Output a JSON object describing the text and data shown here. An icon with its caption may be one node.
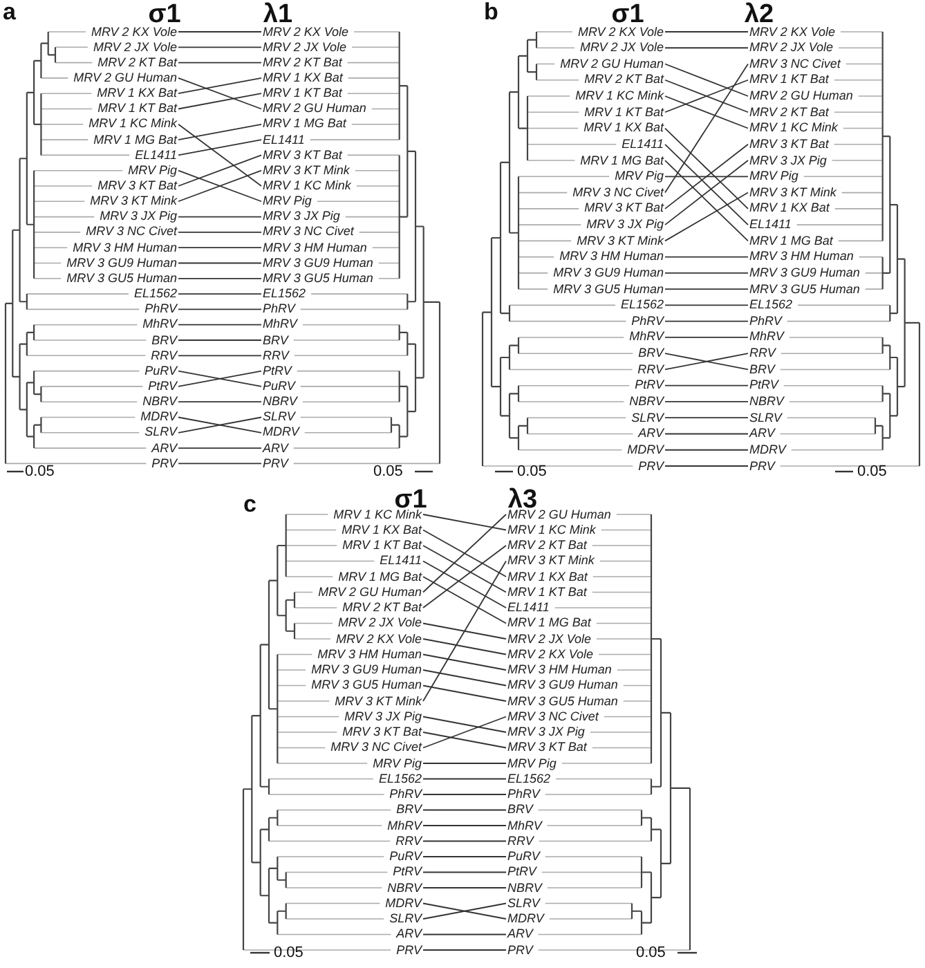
{
  "diagram": {
    "nodes": [
      {
        "text": [
          "MRV 2 KX Vole"
        ]
      },
      {
        "text": [
          "MRV 2 JX Vole"
        ]
      },
      {
        "text": [
          "MRV 2 KT Bat"
        ]
      },
      {
        "text": [
          "MRV 2 GU Human"
        ]
      },
      {
        "text": [
          "MRV 1 KX Bat"
        ]
      },
      {
        "text": [
          "MRV 1 KT Bat"
        ]
      },
      {
        "text": [
          "MRV 1 KC Mink"
        ]
      },
      {
        "text": [
          "MRV 1 MG Bat"
        ]
      },
      {
        "text": [
          "EL1411"
        ]
      },
      {
        "text": [
          "MRV Pig"
        ]
      },
      {
        "text": [
          "MRV 3 KT Bat"
        ]
      },
      {
        "text": [
          "MRV 3 KT Mink"
        ]
      },
      {
        "text": [
          "MRV 3 JX Pig"
        ]
      },
      {
        "text": [
          "MRV 3 NC Civet"
        ]
      },
      {
        "text": [
          "MRV 3 HM Human"
        ]
      },
      {
        "text": [
          "MRV 3 GU9 Human"
        ]
      },
      {
        "text": [
          "MRV 3 GU5 Human"
        ]
      },
      {
        "text": [
          "EL1562"
        ]
      },
      {
        "text": [
          "PhRV"
        ]
      },
      {
        "text": [
          "MhRV"
        ]
      },
      {
        "text": [
          "BRV"
        ]
      },
      {
        "text": [
          "RRV"
        ]
      },
      {
        "text": [
          "PuRV"
        ]
      },
      {
        "text": [
          "PtRV"
        ]
      },
      {
        "text": [
          "NBRV"
        ]
      },
      {
        "text": [
          "MDRV"
        ]
      },
      {
        "text": [
          "SLRV"
        ]
      },
      {
        "text": [
          "ARV"
        ]
      },
      {
        "text": [
          "PRV"
        ]
      },
      {
        "text": [
          "MRV 2 KX Vole"
        ]
      },
      {
        "text": [
          "MRV 2 JX Vole"
        ]
      },
      {
        "text": [
          "MRV 2 KT Bat"
        ]
      },
      {
        "text": [
          "MRV 1 KX Bat"
        ]
      },
      {
        "text": [
          "MRV 1 KT Bat"
        ]
      },
      {
        "text": [
          "MRV 2 GU Human"
        ]
      },
      {
        "text": [
          "MRV 1 MG Bat"
        ]
      },
      {
        "text": [
          "EL1411"
        ]
      },
      {
        "text": [
          "MRV 3 KT Bat"
        ]
      },
      {
        "text": [
          "MRV 3 KT Mink"
        ]
      },
      {
        "text": [
          "MRV 1 KC Mink"
        ]
      },
      {
        "text": [
          "MRV Pig"
        ]
      },
      {
        "text": [
          "MRV 3 JX Pig"
        ]
      },
      {
        "text": [
          "MRV 3 NC Civet"
        ]
      },
      {
        "text": [
          "MRV 3 HM Human"
        ]
      },
      {
        "text": [
          "MRV 3 GU9 Human"
        ]
      },
      {
        "text": [
          "MRV 3 GU5 Human"
        ]
      },
      {
        "text": [
          "EL1562"
        ]
      },
      {
        "text": [
          "PhRV"
        ]
      },
      {
        "text": [
          "MhRV"
        ]
      },
      {
        "text": [
          "BRV"
        ]
      },
      {
        "text": [
          "RRV"
        ]
      },
      {
        "text": [
          "PtRV"
        ]
      },
      {
        "text": [
          "PuRV"
        ]
      },
      {
        "text": [
          "NBRV"
        ]
      },
      {
        "text": [
          "SLRV"
        ]
      },
      {
        "text": [
          "MDRV"
        ]
      },
      {
        "text": [
          "ARV"
        ]
      },
      {
        "text": [
          "PRV"
        ]
      },
      {
        "text": [
          "MRV 2 KX Vole"
        ]
      },
      {
        "text": [
          "MRV 2 JX Vole"
        ]
      },
      {
        "text": [
          "MRV 2 GU Human"
        ]
      },
      {
        "text": [
          "MRV 2 KT Bat"
        ]
      },
      {
        "text": [
          "MRV 1 KC Mink"
        ]
      },
      {
        "text": [
          "MRV 1 KT Bat"
        ]
      },
      {
        "text": [
          "MRV 1 KX Bat"
        ]
      },
      {
        "text": [
          "EL1411"
        ]
      },
      {
        "text": [
          "MRV 1 MG Bat"
        ]
      },
      {
        "text": [
          "MRV Pig"
        ]
      },
      {
        "text": [
          "MRV 3 NC Civet"
        ]
      },
      {
        "text": [
          "MRV 3 KT Bat"
        ]
      },
      {
        "text": [
          "MRV 3 JX Pig"
        ]
      },
      {
        "text": [
          "MRV 3 KT Mink"
        ]
      },
      {
        "text": [
          "MRV 3 HM Human"
        ]
      },
      {
        "text": [
          "MRV 3 GU9 Human"
        ]
      },
      {
        "text": [
          "MRV 3 GU5 Human"
        ]
      },
      {
        "text": [
          "EL1562"
        ]
      },
      {
        "text": [
          "PhRV"
        ]
      },
      {
        "text": [
          "MhRV"
        ]
      },
      {
        "text": [
          "BRV"
        ]
      },
      {
        "text": [
          "RRV"
        ]
      },
      {
        "text": [
          "PtRV"
        ]
      },
      {
        "text": [
          "NBRV"
        ]
      },
      {
        "text": [
          "SLRV"
        ]
      },
      {
        "text": [
          "ARV"
        ]
      },
      {
        "text": [
          "MDRV"
        ]
      },
      {
        "text": [
          "PRV"
        ]
      },
      {
        "text": [
          "MRV 2 KX Vole"
        ]
      },
      {
        "text": [
          "MRV 2 JX Vole"
        ]
      },
      {
        "text": [
          "MRV 3 NC Civet"
        ]
      },
      {
        "text": [
          "MRV 1 KT Bat"
        ]
      },
      {
        "text": [
          "MRV 2 GU Human"
        ]
      },
      {
        "text": [
          "MRV 2 KT Bat"
        ]
      },
      {
        "text": [
          "MRV 1 KC Mink"
        ]
      },
      {
        "text": [
          "MRV 3 KT Bat"
        ]
      },
      {
        "text": [
          "MRV 3 JX Pig"
        ]
      },
      {
        "text": [
          "MRV Pig"
        ]
      },
      {
        "text": [
          "MRV 3 KT Mink"
        ]
      },
      {
        "text": [
          "MRV 1 KX Bat"
        ]
      },
      {
        "text": [
          "EL1411"
        ]
      },
      {
        "text": [
          "MRV 1 MG Bat"
        ]
      },
      {
        "text": [
          "MRV 3 HM Human"
        ]
      },
      {
        "text": [
          "MRV 3 GU9 Human"
        ]
      },
      {
        "text": [
          "MRV 3 GU5 Human"
        ]
      },
      {
        "text": [
          "EL1562"
        ]
      },
      {
        "text": [
          "PhRV"
        ]
      },
      {
        "text": [
          "MhRV"
        ]
      },
      {
        "text": [
          "RRV"
        ]
      },
      {
        "text": [
          "BRV"
        ]
      },
      {
        "text": [
          "PtRV"
        ]
      },
      {
        "text": [
          "NBRV"
        ]
      },
      {
        "text": [
          "SLRV"
        ]
      },
      {
        "text": [
          "ARV"
        ]
      },
      {
        "text": [
          "MDRV"
        ]
      },
      {
        "text": [
          "PRV"
        ]
      },
      {
        "text": [
          "MRV 1 KC Mink"
        ]
      },
      {
        "text": [
          "MRV 1 KX Bat"
        ]
      },
      {
        "text": [
          "MRV 1 KT Bat"
        ]
      },
      {
        "text": [
          "EL1411"
        ]
      },
      {
        "text": [
          "MRV 1 MG Bat"
        ]
      },
      {
        "text": [
          "MRV 2 GU Human"
        ]
      },
      {
        "text": [
          "MRV 2 KT Bat"
        ]
      },
      {
        "text": [
          "MRV 2 JX Vole"
        ]
      },
      {
        "text": [
          "MRV 2 KX Vole"
        ]
      },
      {
        "text": [
          "MRV 3 HM Human"
        ]
      },
      {
        "text": [
          "MRV 3 GU9 Human"
        ]
      },
      {
        "text": [
          "MRV 3 GU5 Human"
        ]
      },
      {
        "text": [
          "MRV 3 KT Mink"
        ]
      },
      {
        "text": [
          "MRV 3 JX Pig"
        ]
      },
      {
        "text": [
          "MRV 3 KT Bat"
        ]
      },
      {
        "text": [
          "MRV 3 NC Civet"
        ]
      },
      {
        "text": [
          "MRV Pig"
        ]
      },
      {
        "text": [
          "EL1562"
        ]
      },
      {
        "text": [
          "PhRV"
        ]
      },
      {
        "text": [
          "BRV"
        ]
      },
      {
        "text": [
          "MhRV"
        ]
      },
      {
        "text": [
          "RRV"
        ]
      },
      {
        "text": [
          "PuRV"
        ]
      },
      {
        "text": [
          "PtRV"
        ]
      },
      {
        "text": [
          "NBRV"
        ]
      },
      {
        "text": [
          "MDRV"
        ]
      },
      {
        "text": [
          "SLRV"
        ]
      },
      {
        "text": [
          "ARV"
        ]
      },
      {
        "text": [
          "PRV"
        ]
      },
      {
        "text": [
          "MRV 2 GU Human"
        ]
      },
      {
        "text": [
          "MRV 1 KC Mink"
        ]
      },
      {
        "text": [
          "MRV 2 KT Bat"
        ]
      },
      {
        "text": [
          "MRV 3 KT Mink"
        ]
      },
      {
        "text": [
          "MRV 1 KX Bat"
        ]
      },
      {
        "text": [
          "MRV 1 KT Bat"
        ]
      },
      {
        "text": [
          "EL1411"
        ]
      },
      {
        "text": [
          "MRV 1 MG Bat"
        ]
      },
      {
        "text": [
          "MRV 2 JX Vole"
        ]
      },
      {
        "text": [
          "MRV 2 KX Vole"
        ]
      },
      {
        "text": [
          "MRV 3 HM Human"
        ]
      },
      {
        "text": [
          "MRV 3 GU9 Human"
        ]
      },
      {
        "text": [
          "MRV 3 GU5 Human"
        ]
      },
      {
        "text": [
          "MRV 3 NC Civet"
        ]
      },
      {
        "text": [
          "MRV 3 JX Pig"
        ]
      },
      {
        "text": [
          "MRV 3 KT Bat"
        ]
      },
      {
        "text": [
          "MRV Pig"
        ]
      },
      {
        "text": [
          "EL1562"
        ]
      },
      {
        "text": [
          "PhRV"
        ]
      },
      {
        "text": [
          "BRV"
        ]
      },
      {
        "text": [
          "MhRV"
        ]
      },
      {
        "text": [
          "RRV"
        ]
      },
      {
        "text": [
          "PuRV"
        ]
      },
      {
        "text": [
          "PtRV"
        ]
      },
      {
        "text": [
          "NBRV"
        ]
      },
      {
        "text": [
          "SLRV"
        ]
      },
      {
        "text": [
          "MDRV"
        ]
      },
      {
        "text": [
          "ARV"
        ]
      },
      {
        "text": [
          "PRV"
        ]
      }
    ],
    "edges": [
      {
        "from": 0,
        "to": 29,
        "arrow": "none"
      },
      {
        "from": 1,
        "to": 30,
        "arrow": "none"
      },
      {
        "from": 2,
        "to": 31,
        "arrow": "none"
      },
      {
        "from": 3,
        "to": 34,
        "arrow": "none"
      },
      {
        "from": 4,
        "to": 32,
        "arrow": "none"
      },
      {
        "from": 5,
        "to": 33,
        "arrow": "none"
      },
      {
        "from": 6,
        "to": 39,
        "arrow": "none"
      },
      {
        "from": 7,
        "to": 35,
        "arrow": "none"
      },
      {
        "from": 8,
        "to": 36,
        "arrow": "none"
      },
      {
        "from": 9,
        "to": 40,
        "arrow": "none"
      },
      {
        "from": 10,
        "to": 37,
        "arrow": "none"
      },
      {
        "from": 11,
        "to": 38,
        "arrow": "none"
      },
      {
        "from": 12,
        "to": 41,
        "arrow": "none"
      },
      {
        "from": 13,
        "to": 42,
        "arrow": "none"
      },
      {
        "from": 14,
        "to": 43,
        "arrow": "none"
      },
      {
        "from": 15,
        "to": 44,
        "arrow": "none"
      },
      {
        "from": 16,
        "to": 45,
        "arrow": "none"
      },
      {
        "from": 17,
        "to": 46,
        "arrow": "none"
      },
      {
        "from": 18,
        "to": 47,
        "arrow": "none"
      },
      {
        "from": 19,
        "to": 48,
        "arrow": "none"
      },
      {
        "from": 20,
        "to": 49,
        "arrow": "none"
      },
      {
        "from": 21,
        "to": 50,
        "arrow": "none"
      },
      {
        "from": 22,
        "to": 52,
        "arrow": "none"
      },
      {
        "from": 23,
        "to": 51,
        "arrow": "none"
      },
      {
        "from": 24,
        "to": 53,
        "arrow": "none"
      },
      {
        "from": 25,
        "to": 55,
        "arrow": "none"
      },
      {
        "from": 26,
        "to": 54,
        "arrow": "none"
      },
      {
        "from": 27,
        "to": 56,
        "arrow": "none"
      },
      {
        "from": 28,
        "to": 57,
        "arrow": "none"
      },
      {
        "from": 58,
        "to": 86,
        "arrow": "none"
      },
      {
        "from": 59,
        "to": 87,
        "arrow": "none"
      },
      {
        "from": 60,
        "to": 90,
        "arrow": "none"
      },
      {
        "from": 61,
        "to": 91,
        "arrow": "none"
      },
      {
        "from": 62,
        "to": 92,
        "arrow": "none"
      },
      {
        "from": 63,
        "to": 89,
        "arrow": "none"
      },
      {
        "from": 64,
        "to": 97,
        "arrow": "none"
      },
      {
        "from": 65,
        "to": 98,
        "arrow": "none"
      },
      {
        "from": 66,
        "to": 99,
        "arrow": "none"
      },
      {
        "from": 67,
        "to": 95,
        "arrow": "none"
      },
      {
        "from": 68,
        "to": 88,
        "arrow": "none"
      },
      {
        "from": 69,
        "to": 93,
        "arrow": "none"
      },
      {
        "from": 70,
        "to": 94,
        "arrow": "none"
      },
      {
        "from": 71,
        "to": 96,
        "arrow": "none"
      },
      {
        "from": 72,
        "to": 100,
        "arrow": "none"
      },
      {
        "from": 73,
        "to": 101,
        "arrow": "none"
      },
      {
        "from": 74,
        "to": 102,
        "arrow": "none"
      },
      {
        "from": 75,
        "to": 103,
        "arrow": "none"
      },
      {
        "from": 76,
        "to": 104,
        "arrow": "none"
      },
      {
        "from": 77,
        "to": 105,
        "arrow": "none"
      },
      {
        "from": 78,
        "to": 107,
        "arrow": "none"
      },
      {
        "from": 79,
        "to": 106,
        "arrow": "none"
      },
      {
        "from": 80,
        "to": 108,
        "arrow": "none"
      },
      {
        "from": 81,
        "to": 109,
        "arrow": "none"
      },
      {
        "from": 82,
        "to": 110,
        "arrow": "none"
      },
      {
        "from": 83,
        "to": 111,
        "arrow": "none"
      },
      {
        "from": 84,
        "to": 112,
        "arrow": "none"
      },
      {
        "from": 85,
        "to": 113,
        "arrow": "none"
      },
      {
        "from": 114,
        "to": 144,
        "arrow": "none"
      },
      {
        "from": 115,
        "to": 147,
        "arrow": "none"
      },
      {
        "from": 116,
        "to": 148,
        "arrow": "none"
      },
      {
        "from": 117,
        "to": 149,
        "arrow": "none"
      },
      {
        "from": 118,
        "to": 150,
        "arrow": "none"
      },
      {
        "from": 119,
        "to": 143,
        "arrow": "none"
      },
      {
        "from": 120,
        "to": 145,
        "arrow": "none"
      },
      {
        "from": 121,
        "to": 151,
        "arrow": "none"
      },
      {
        "from": 122,
        "to": 152,
        "arrow": "none"
      },
      {
        "from": 123,
        "to": 153,
        "arrow": "none"
      },
      {
        "from": 124,
        "to": 154,
        "arrow": "none"
      },
      {
        "from": 125,
        "to": 155,
        "arrow": "none"
      },
      {
        "from": 126,
        "to": 146,
        "arrow": "none"
      },
      {
        "from": 127,
        "to": 157,
        "arrow": "none"
      },
      {
        "from": 128,
        "to": 158,
        "arrow": "none"
      },
      {
        "from": 129,
        "to": 156,
        "arrow": "none"
      },
      {
        "from": 130,
        "to": 159,
        "arrow": "none"
      },
      {
        "from": 131,
        "to": 160,
        "arrow": "none"
      },
      {
        "from": 132,
        "to": 161,
        "arrow": "none"
      },
      {
        "from": 133,
        "to": 162,
        "arrow": "none"
      },
      {
        "from": 134,
        "to": 163,
        "arrow": "none"
      },
      {
        "from": 135,
        "to": 164,
        "arrow": "none"
      },
      {
        "from": 136,
        "to": 165,
        "arrow": "none"
      },
      {
        "from": 137,
        "to": 166,
        "arrow": "none"
      },
      {
        "from": 138,
        "to": 167,
        "arrow": "none"
      },
      {
        "from": 139,
        "to": 169,
        "arrow": "none"
      },
      {
        "from": 140,
        "to": 168,
        "arrow": "none"
      },
      {
        "from": 141,
        "to": 170,
        "arrow": "none"
      },
      {
        "from": 142,
        "to": 171,
        "arrow": "none"
      }
    ],
    "labels": [
      "a",
      "σ1",
      "λ1",
      "b",
      "σ1",
      "λ2",
      "0.05",
      "0.05",
      "0.05",
      "0.05",
      "c",
      "σ1",
      "λ3",
      "0.05",
      "0.05"
    ]
  }
}
